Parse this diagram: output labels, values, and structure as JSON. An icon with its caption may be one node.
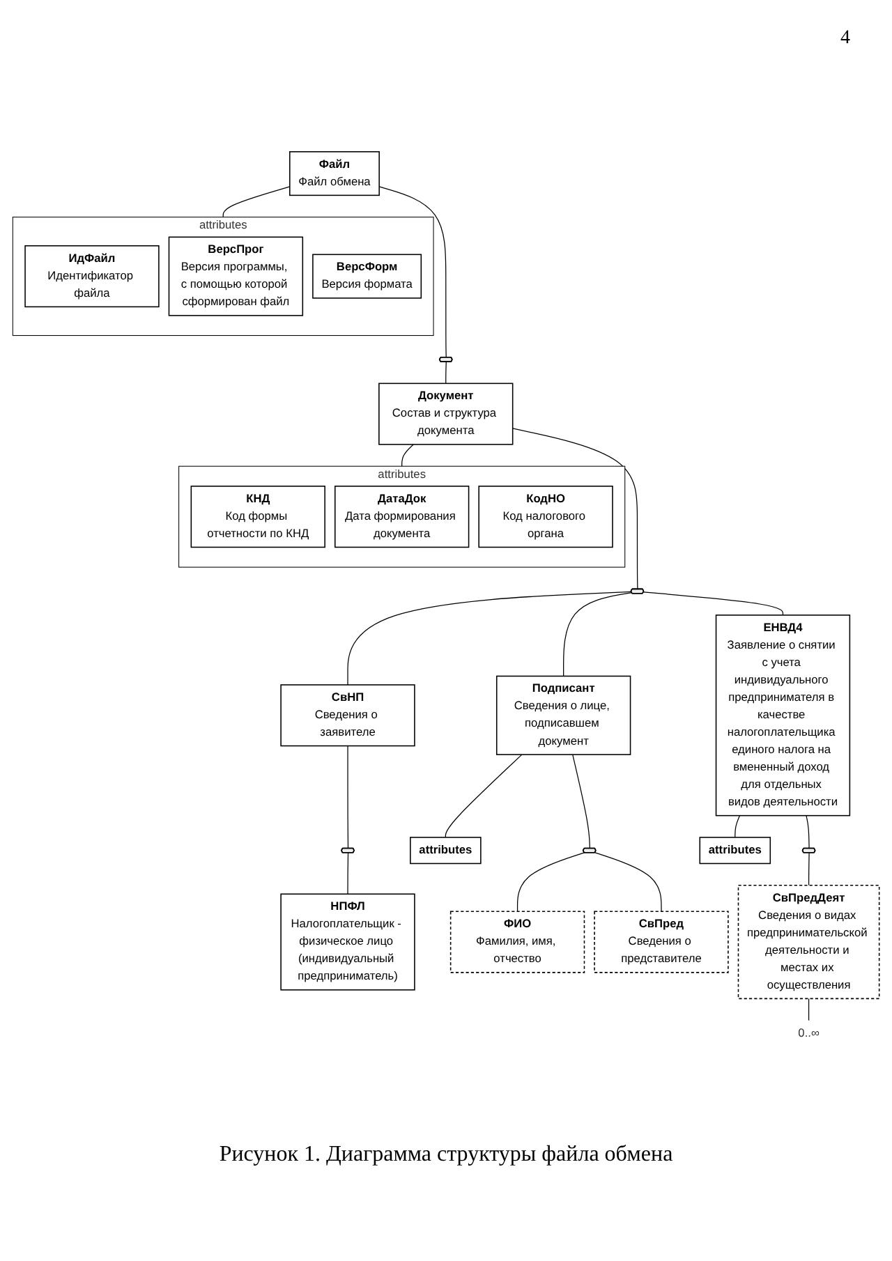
{
  "diagram": {
    "caption": "Рисунок 1. Диаграмма структуры файла обмена",
    "nodes": [
      {
        "text": [
          "Файл",
          "Файл обмена"
        ]
      },
      {
        "text": [
          "attributes"
        ]
      },
      {
        "text": [
          "ИдФайл",
          "Идентификатор файла"
        ],
        "in": 1
      },
      {
        "text": [
          "ВерсПрог",
          "Версия программы, с помощью которой сформирован файл"
        ],
        "in": 1
      },
      {
        "text": [
          "ВерсФорм",
          "Версия формата"
        ],
        "in": 1
      },
      {
        "text": [],
        "shape": "hexagon"
      },
      {
        "text": [
          "Документ",
          "Состав и структура документа"
        ]
      },
      {
        "text": [
          "attributes"
        ]
      },
      {
        "text": [
          "КНД",
          "Код формы отчетности по КНД"
        ],
        "in": 7
      },
      {
        "text": [
          "ДатаДок",
          "Дата формирования документа"
        ],
        "in": 7
      },
      {
        "text": [
          "КодНО",
          "Код налогового органа"
        ],
        "in": 7
      },
      {
        "text": [],
        "shape": "hexagon"
      },
      {
        "text": [
          "СвНП",
          "Сведения о заявителе"
        ]
      },
      {
        "text": [],
        "shape": "hexagon"
      },
      {
        "text": [
          "НПФЛ",
          "Налогоплательщик - физическое лицо (индивидуальный предприниматель)"
        ]
      },
      {
        "text": [
          "Подписант",
          "Сведения о лице, подписавшем документ"
        ]
      },
      {
        "text": [
          "attributes"
        ]
      },
      {
        "text": [],
        "shape": "hexagon"
      },
      {
        "text": [
          "ФИО",
          "Фамилия, имя, отчество"
        ]
      },
      {
        "text": [
          "СвПред",
          "Сведения о представителе"
        ]
      },
      {
        "text": [
          "ЕНВД4",
          "Заявление о снятии с учета индивидуального предпринимателя в качестве налогоплательщика единого налога на вмененный доход для отдельных видов деятельности"
        ]
      },
      {
        "text": [
          "attributes"
        ]
      },
      {
        "text": [],
        "shape": "hexagon"
      },
      {
        "text": [
          "СвПредДеят",
          "Сведения о видах предпринимательской деятельности и местах их осуществления"
        ],
        "beside": [
          "0..∞"
        ]
      }
    ],
    "edges": [
      {
        "from": 0,
        "to": 1,
        "arrow": "none"
      },
      {
        "from": 0,
        "to": 5,
        "arrow": "none"
      },
      {
        "from": 5,
        "to": 6,
        "arrow": "none"
      },
      {
        "from": 6,
        "to": 7,
        "arrow": "none"
      },
      {
        "from": 6,
        "to": 11,
        "arrow": "none"
      },
      {
        "from": 11,
        "to": 12,
        "arrow": "none"
      },
      {
        "from": 11,
        "to": 15,
        "arrow": "none"
      },
      {
        "from": 11,
        "to": 20,
        "arrow": "none"
      },
      {
        "from": 12,
        "to": 13,
        "arrow": "none"
      },
      {
        "from": 13,
        "to": 14,
        "arrow": "none"
      },
      {
        "from": 15,
        "to": 16,
        "arrow": "none"
      },
      {
        "from": 15,
        "to": 17,
        "arrow": "none"
      },
      {
        "from": 17,
        "to": 18,
        "arrow": "none"
      },
      {
        "from": 17,
        "to": 19,
        "arrow": "none"
      },
      {
        "from": 20,
        "to": 21,
        "arrow": "none"
      },
      {
        "from": 20,
        "to": 22,
        "arrow": "none"
      },
      {
        "from": 22,
        "to": 23,
        "arrow": "none"
      }
    ],
    "labels": [
      "4"
    ]
  }
}
